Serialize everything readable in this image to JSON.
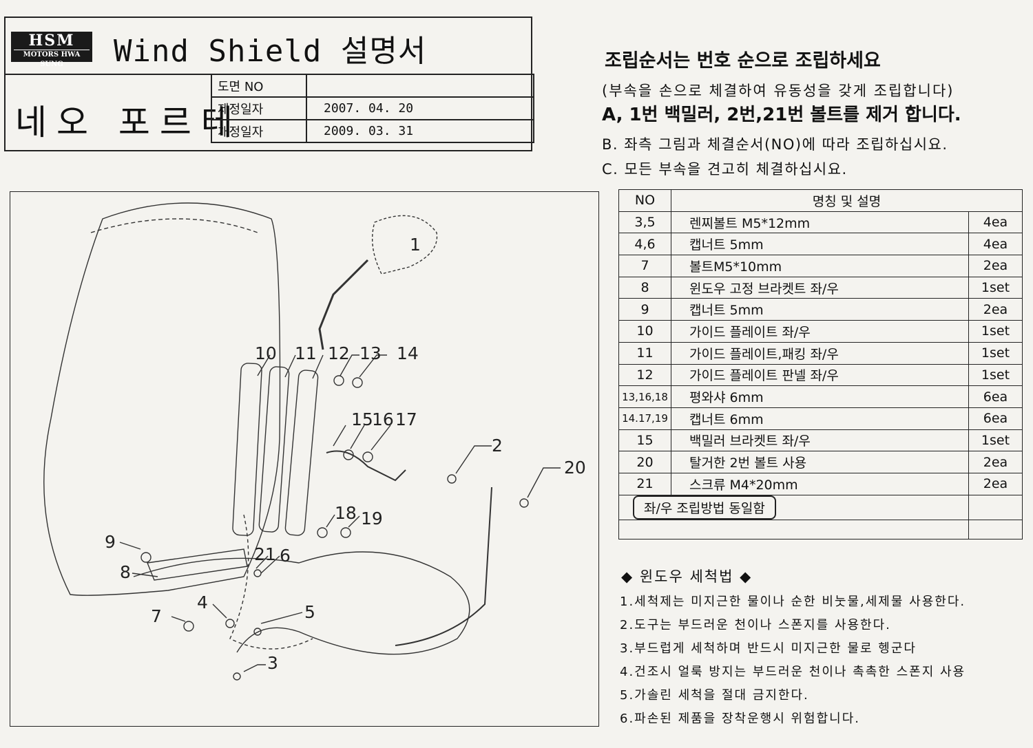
{
  "header": {
    "logo_main": "HSM",
    "logo_sub": "MOTORS HWA SUNG",
    "doc_title": "Wind Shield 설명서",
    "model_name": "네오 포르테",
    "meta": [
      {
        "label": "도면 NO",
        "value": ""
      },
      {
        "label": "제정일자",
        "value": "2007. 04. 20"
      },
      {
        "label": "개정일자",
        "value": "2009. 03. 31"
      }
    ]
  },
  "instructions": {
    "title": "조립순서는 번호 순으로 조립하세요",
    "note": "(부속을 손으로 체결하여 유동성을 갖게 조립합니다)",
    "step_a": "A, 1번 백밀러, 2번,21번 볼트를 제거 합니다.",
    "step_b": "B. 좌측 그림과 체결순서(NO)에 따라 조립하십시요.",
    "step_c": "C. 모든 부속을 견고히 체결하십시요."
  },
  "parts_table": {
    "headers": {
      "no": "NO",
      "name": "명칭 및 설명",
      "qty": ""
    },
    "rows": [
      {
        "no": "3,5",
        "name": "렌찌볼트 M5*12mm",
        "qty": "4ea"
      },
      {
        "no": "4,6",
        "name": "캡너트 5mm",
        "qty": "4ea"
      },
      {
        "no": "7",
        "name": "볼트M5*10mm",
        "qty": "2ea"
      },
      {
        "no": "8",
        "name": "윈도우 고정 브라켓트 좌/우",
        "qty": "1set"
      },
      {
        "no": "9",
        "name": "캡너트 5mm",
        "qty": "2ea"
      },
      {
        "no": "10",
        "name": "가이드 플레이트 좌/우",
        "qty": "1set"
      },
      {
        "no": "11",
        "name": "가이드 플레이트,패킹 좌/우",
        "qty": "1set"
      },
      {
        "no": "12",
        "name": "가이드 플레이트 판넬 좌/우",
        "qty": "1set"
      },
      {
        "no": "13,16,18",
        "name": "평와샤 6mm",
        "qty": "6ea"
      },
      {
        "no": "14.17,19",
        "name": "캡너트 6mm",
        "qty": "6ea"
      },
      {
        "no": "15",
        "name": "백밀러 브라켓트 좌/우",
        "qty": "1set"
      },
      {
        "no": "20",
        "name": "탈거한 2번 볼트 사용",
        "qty": "2ea"
      },
      {
        "no": "21",
        "name": "스크류 M4*20mm",
        "qty": "2ea"
      }
    ],
    "note": "좌/우 조립방법 동일함"
  },
  "cleaning": {
    "title": "◆ 윈도우 세척법 ◆",
    "items": [
      "1.세척제는 미지근한 물이나 순한 비눗물,세제물 사용한다.",
      "2.도구는 부드러운 천이나 스폰지를 사용한다.",
      "3.부드럽게 세척하며 반드시 미지근한 물로 헹군다",
      "4.건조시 얼룩 방지는 부드러운 천이나 촉촉한 스폰지 사용",
      "5.가솔린 세척을 절대 금지한다.",
      "6.파손된 제품을 장착운행시 위험합니다."
    ]
  },
  "diagram": {
    "callouts": [
      "1",
      "2",
      "3",
      "4",
      "5",
      "6",
      "7",
      "8",
      "9",
      "10",
      "11",
      "12",
      "13",
      "14",
      "15",
      "16",
      "17",
      "18",
      "19",
      "20",
      "21"
    ]
  }
}
